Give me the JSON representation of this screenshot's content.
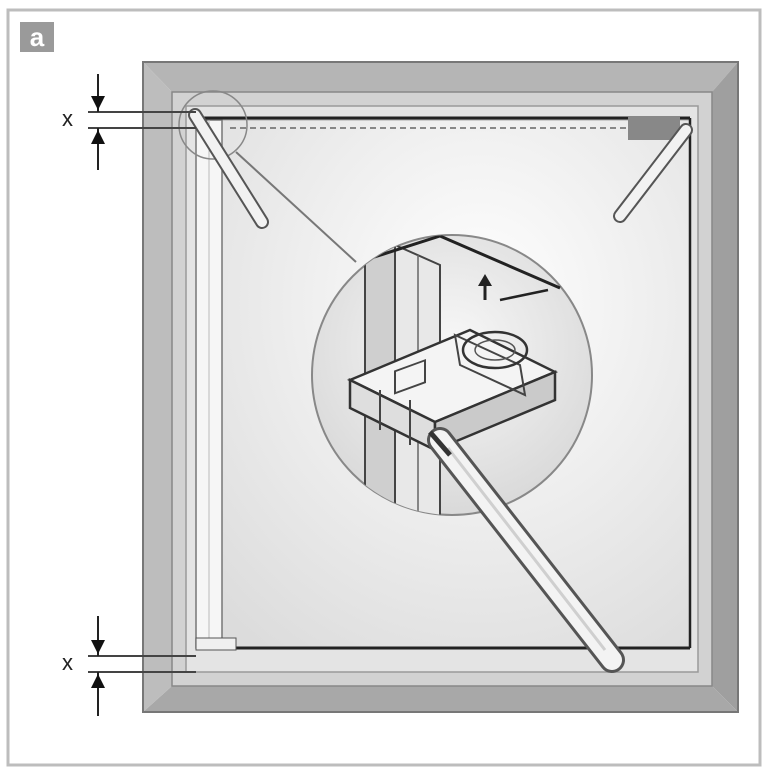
{
  "figure": {
    "step_label": "a",
    "dimension_label_top": "x",
    "dimension_label_bottom": "x"
  },
  "colors": {
    "frame_outer": "#a9a9a9",
    "frame_inner": "#c8c8c8",
    "pane": "#efefef",
    "line": "#333333",
    "border": "#bdbdbd"
  },
  "icons": [
    "step-badge",
    "dimension-arrow-up",
    "dimension-arrow-down",
    "magnifier-circle",
    "screwdriver-icon"
  ]
}
